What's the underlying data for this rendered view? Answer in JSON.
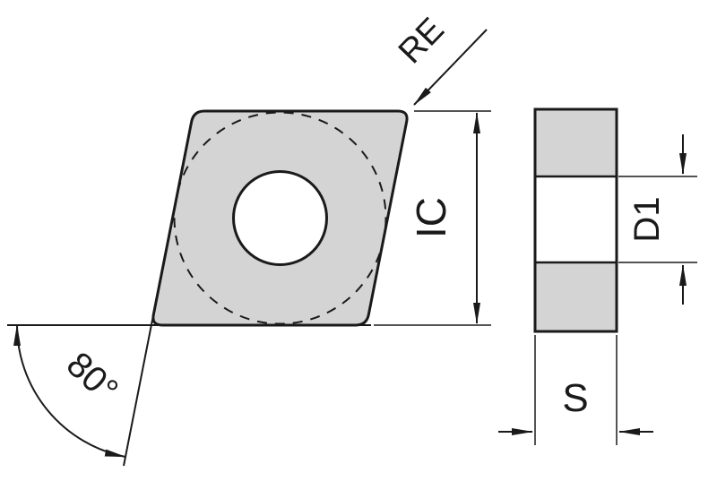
{
  "diagram": {
    "description": "Turning insert (80° rhombic) top view and side view dimension drawing",
    "labels": {
      "corner_radius": "RE",
      "inscribed_circle": "IC",
      "hole_diameter": "D1",
      "thickness": "S",
      "corner_angle": "80°"
    },
    "colors": {
      "insert_fill": "#d4d4d4",
      "line": "#1a1a1a",
      "background": "#ffffff"
    }
  }
}
